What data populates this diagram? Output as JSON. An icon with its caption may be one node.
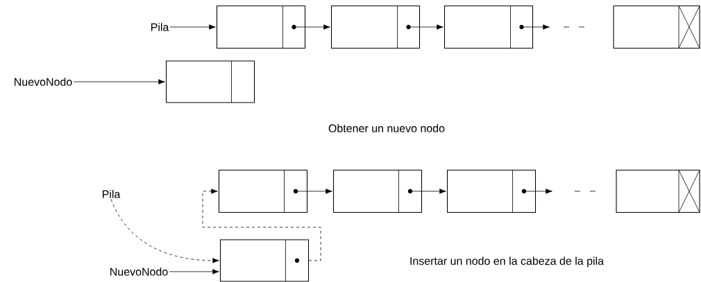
{
  "diagram": {
    "nodes": [
      {
        "text": [
          "Pila"
        ]
      },
      {
        "text": [],
        "shape": "box"
      },
      {
        "text": [],
        "shape": "box"
      },
      {
        "text": [],
        "shape": "box"
      },
      {
        "text": [],
        "shape": "box"
      },
      {
        "text": [
          "NuevoNodo"
        ]
      },
      {
        "text": [],
        "shape": "box"
      },
      {
        "text": [
          "Pila"
        ]
      },
      {
        "text": [],
        "shape": "box"
      },
      {
        "text": [],
        "shape": "box"
      },
      {
        "text": [],
        "shape": "box"
      },
      {
        "text": [],
        "shape": "box"
      },
      {
        "text": [
          "NuevoNodo"
        ]
      },
      {
        "text": [],
        "shape": "box"
      }
    ],
    "edges": [
      {
        "from": 0,
        "to": 1,
        "arrow": "to"
      },
      {
        "from": 1,
        "to": 2,
        "arrow": "to"
      },
      {
        "from": 2,
        "to": 3,
        "arrow": "to"
      },
      {
        "from": 3,
        "to": null,
        "arrow": "to"
      },
      {
        "from": 5,
        "to": 6,
        "arrow": "to"
      },
      {
        "from": 7,
        "to": 13,
        "arrow": "to",
        "style": "dashed"
      },
      {
        "from": 8,
        "to": 9,
        "arrow": "to"
      },
      {
        "from": 9,
        "to": 10,
        "arrow": "to"
      },
      {
        "from": 10,
        "to": null,
        "arrow": "to"
      },
      {
        "from": 12,
        "to": 13,
        "arrow": "to"
      },
      {
        "from": 13,
        "to": 8,
        "arrow": "to",
        "style": "dashed"
      }
    ],
    "labels": [
      "Obtener un nuevo nodo",
      "Insertar un nodo en la cabeza de la pila"
    ]
  }
}
